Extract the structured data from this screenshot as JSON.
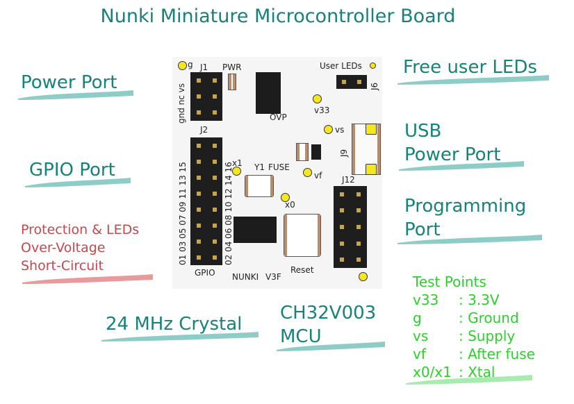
{
  "title": "Nunki Miniature Microcontroller Board",
  "callouts": {
    "power_port": "Power Port",
    "gpio_port": "GPIO Port",
    "protection": [
      "Protection & LEDs",
      "Over-Voltage",
      "Short-Circuit"
    ],
    "crystal": "24 MHz Crystal",
    "mcu": [
      "CH32V003",
      "MCU"
    ],
    "free_leds": "Free user LEDs",
    "usb": [
      "USB",
      "Power Port"
    ],
    "programming": [
      "Programming",
      "Port"
    ]
  },
  "test_points": {
    "heading": "Test Points",
    "rows": [
      {
        "key": "v33",
        "value": ": 3.3V"
      },
      {
        "key": "g",
        "value": ": Ground"
      },
      {
        "key": "vs",
        "value": ": Supply"
      },
      {
        "key": "vf",
        "value": ": After fuse"
      },
      {
        "key": "x0/x1",
        "value": ": Xtal"
      }
    ]
  },
  "board": {
    "silkscreen": {
      "j1": "J1",
      "pwr": "PWR",
      "g": "g",
      "j1_pins": "gnd nc vs",
      "j2": "J2",
      "gpio_odd": "01 03 05 07 09 11 13 15",
      "gpio_even": "02 04 06 08 10 12 14 16",
      "gpio": "GPIO",
      "ovp": "OVP",
      "x1": "x1",
      "y1": "Y1",
      "fuse": "FUSE",
      "vs": "vs",
      "vf": "vf",
      "x0": "x0",
      "v33": "v33",
      "user_leds": "User LEDs",
      "j6": "J6",
      "j9": "J9",
      "j12": "J12",
      "reset": "Reset",
      "nunki": "NUNKI",
      "v3f": "V3F"
    }
  },
  "colors": {
    "teal": "#17827a",
    "red": "#c8474c",
    "green": "#2ece2e",
    "brush_teal": "#8ecdc7",
    "brush_red": "#e99a9d",
    "brush_green": "#a7ecae"
  }
}
